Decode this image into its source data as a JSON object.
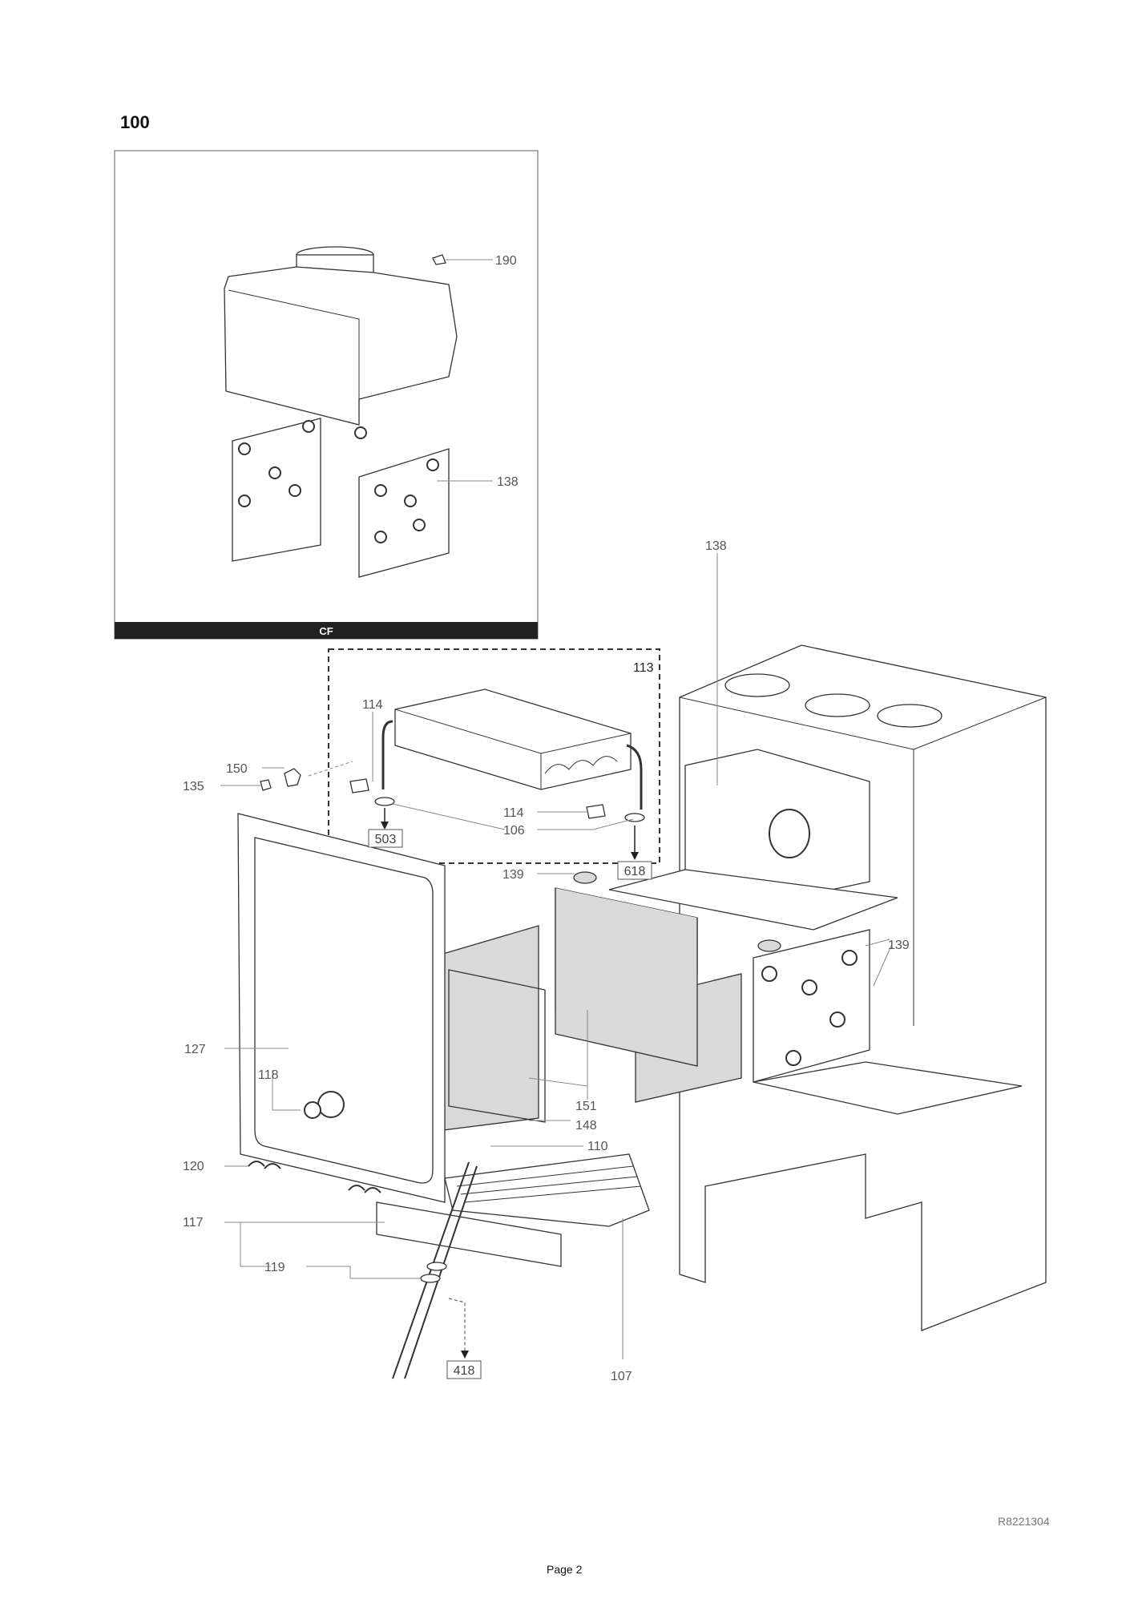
{
  "diagram_number": "100",
  "inset": {
    "caption": "CF",
    "labels": {
      "flue_hood_clip": "190",
      "inset_combustion_chamber": "138"
    }
  },
  "assembly_group_label": "113",
  "labels": {
    "combustion_chamber": "138",
    "pipe_clip_left": "114",
    "clip_150": "150",
    "screw_135": "135",
    "pipe_clip_right": "114",
    "seal_106": "106",
    "washer_139_left": "139",
    "washer_139_right": "139",
    "front_panel": "127",
    "sight_glass": "118",
    "insulation_151": "151",
    "rear_insulation_148": "148",
    "electrode_110": "110",
    "clip_120": "120",
    "burner_117": "117",
    "seal_119": "119",
    "burner_107": "107"
  },
  "references": {
    "ref_503": "503",
    "ref_618": "618",
    "ref_418": "418"
  },
  "footer": {
    "drawing_ref": "R8221304",
    "page": "Page 2"
  }
}
